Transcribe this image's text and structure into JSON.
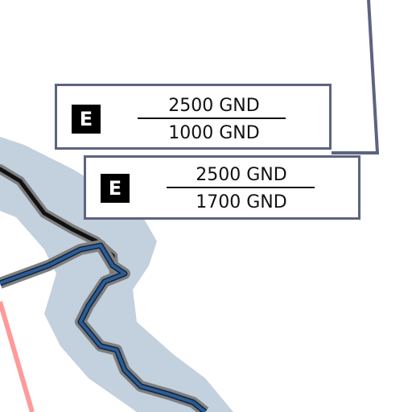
{
  "colors": {
    "background": "#ffffff",
    "boundary": "#5d6480",
    "terrain_shade": "#c3d0dd",
    "road": "#111111",
    "road_shadow": "#7f7f7f",
    "water": "#2d5d95",
    "water_edge": "#0d2440",
    "restricted": "#ff9a9a"
  },
  "labels": [
    {
      "class": "E",
      "ceiling": "2500 GND",
      "floor": "1000 GND"
    },
    {
      "class": "E",
      "ceiling": "2500 GND",
      "floor": "1700 GND"
    }
  ]
}
